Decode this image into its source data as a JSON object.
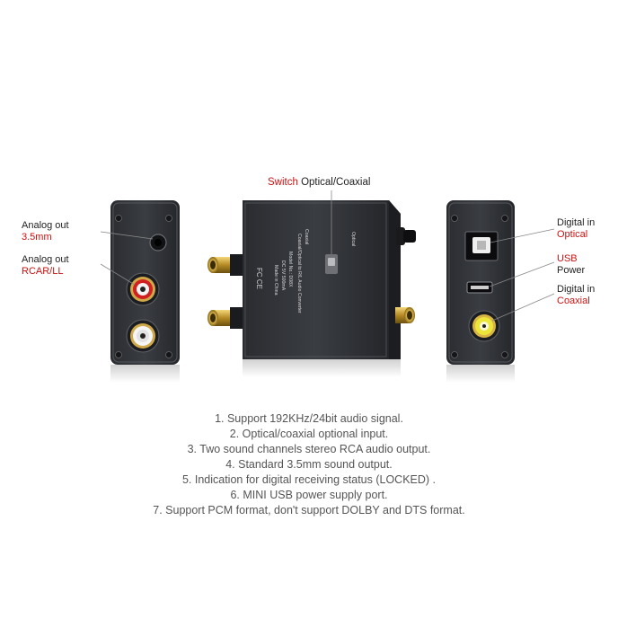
{
  "labels": {
    "switch": {
      "highlight": "Switch",
      "rest": " Optical/Coaxial"
    },
    "analog_35": {
      "line1": "Analog out",
      "line2": "3.5mm"
    },
    "analog_rca": {
      "line1": "Analog out",
      "line2": "RCAR/LL"
    },
    "digital_optical": {
      "line1": "Digital in",
      "line2": "Optical"
    },
    "usb_power": {
      "line1": "USB",
      "line2": "Power"
    },
    "digital_coaxial": {
      "line1": "Digital in",
      "line2": "Coaxial"
    }
  },
  "device": {
    "title": "Coaxial/Optical to R/L Audio Converter",
    "model": "Model No.: D08X",
    "input": "DC 5V 500mA",
    "made_in": "Made in China",
    "switch_optical": "Optical",
    "switch_coaxial": "Coaxial"
  },
  "features": [
    "1. Support 192KHz/24bit audio signal.",
    "2. Optical/coaxial optional input.",
    "3. Two sound channels stereo RCA audio output.",
    "4. Standard 3.5mm sound output.",
    "5. Indication for digital receiving status (LOCKED) .",
    "6. MINI USB power supply port.",
    "7. Support PCM format, don't support DOLBY and DTS format."
  ]
}
